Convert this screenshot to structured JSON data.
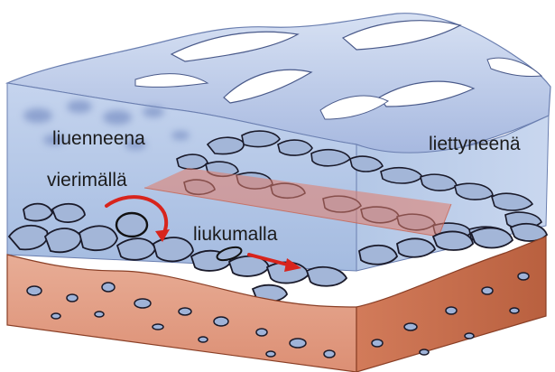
{
  "labels": {
    "dissolved": "liuenneena",
    "suspended": "liettyneenä",
    "rolling": "vierimällä",
    "sliding": "liukumalla"
  },
  "colors": {
    "snow": "#ffffff",
    "glacier_top": "#c9d6ee",
    "glacier_shadow": "#8fa2cf",
    "water_front": "#b6c9e6",
    "water_side": "#a9bfe2",
    "stone": "#a3b6d8",
    "stone_outline": "#1a1a2a",
    "bedrock_front": "#e3a08a",
    "bedrock_side": "#c8704f",
    "arrow_red": "#d8241c",
    "sliding_plane": "#e27b68"
  },
  "icons": [
    "rolling-arrow-icon",
    "sliding-arrow-icon"
  ]
}
